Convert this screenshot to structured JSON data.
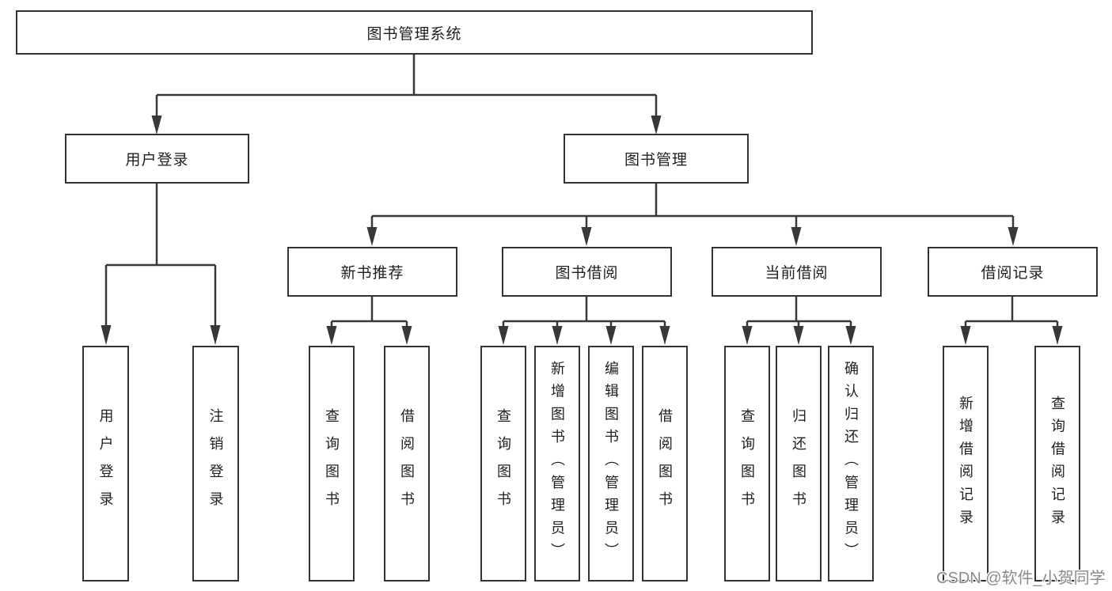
{
  "diagram": {
    "root": "图书管理系统",
    "level1": [
      "用户登录",
      "图书管理"
    ],
    "level2": [
      "新书推荐",
      "图书借阅",
      "当前借阅",
      "借阅记录"
    ],
    "leaves": {
      "user_login": [
        "用户登录",
        "注销登录"
      ],
      "new_books": [
        "查询图书",
        "借阅图书"
      ],
      "book_borrowing": [
        "查询图书",
        "新增图书（管理员）",
        "编辑图书（管理员）",
        "借阅图书"
      ],
      "current_borrowing": [
        "查询图书",
        "归还图书",
        "确认归还（管理员）"
      ],
      "borrowing_records": [
        "新增借阅记录",
        "查询借阅记录"
      ]
    }
  },
  "watermark": {
    "text": "CSDN @软件_小贺同学"
  },
  "colors": {
    "line": "#383838",
    "box_border": "#333333",
    "text": "#1f1f1f",
    "background": "#ffffff",
    "watermark": "#8a8a8a"
  }
}
